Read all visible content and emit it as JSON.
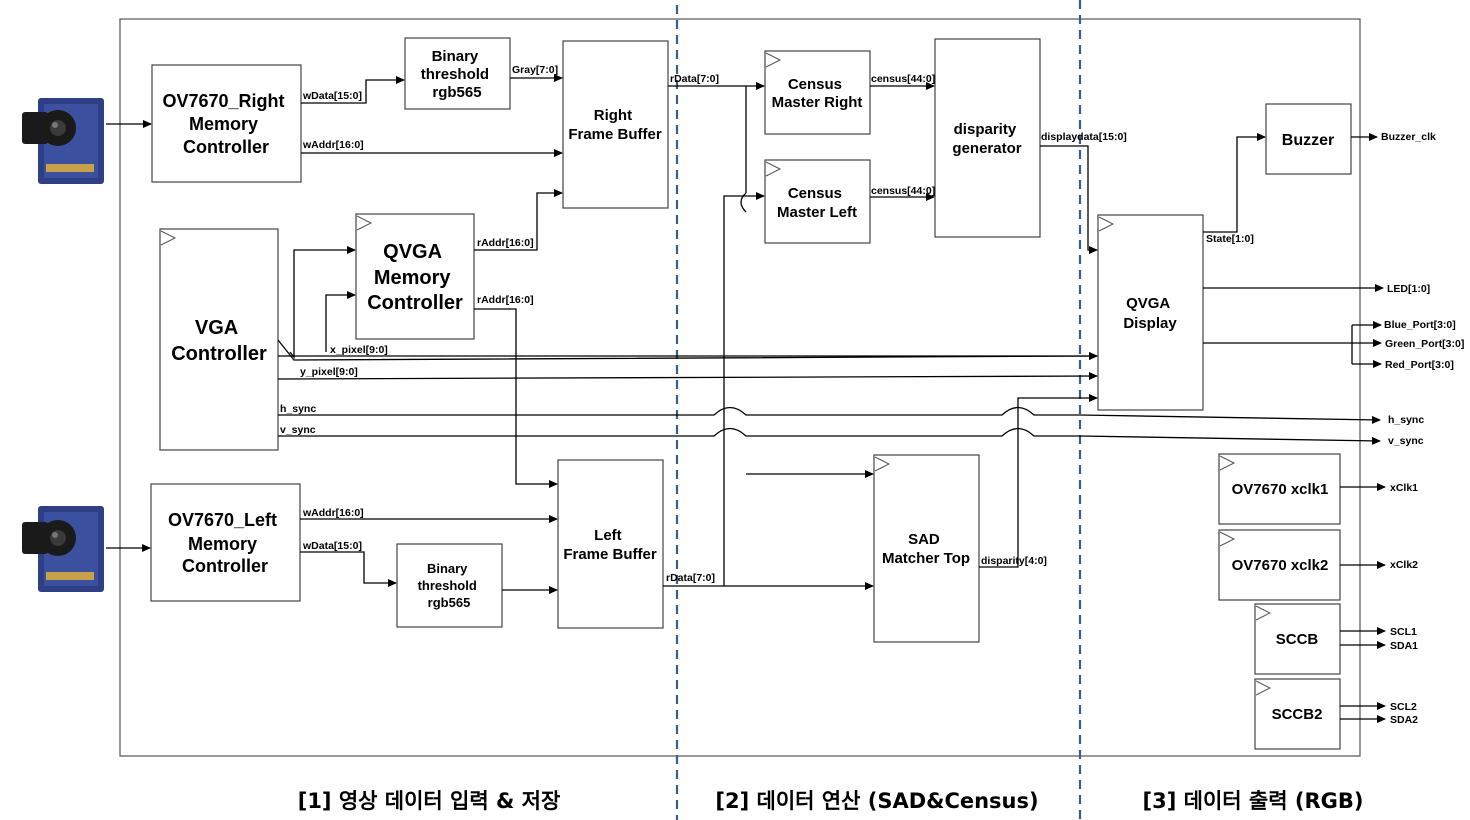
{
  "blocks": {
    "ov_right": [
      "OV7670_Right",
      "Memory",
      "Controller"
    ],
    "ov_left": [
      "OV7670_Left",
      "Memory",
      "Controller"
    ],
    "bin_top": [
      "Binary",
      "threshold",
      "rgb565"
    ],
    "bin_bot": [
      "Binary",
      "threshold",
      "rgb565"
    ],
    "rfb": [
      "Right",
      "Frame Buffer"
    ],
    "lfb": [
      "Left",
      "Frame Buffer"
    ],
    "qvga_mem": [
      "QVGA",
      "Memory",
      "Controller"
    ],
    "vga": [
      "VGA",
      "Controller"
    ],
    "census_r": [
      "Census",
      "Master Right"
    ],
    "census_l": [
      "Census",
      "Master Left"
    ],
    "disparity": [
      "disparity",
      "generator"
    ],
    "sad": [
      "SAD",
      "Matcher Top"
    ],
    "buzzer": "Buzzer",
    "qvga_disp": [
      "QVGA",
      "Display"
    ],
    "xclk1": "OV7670 xclk1",
    "xclk2": "OV7670 xclk2",
    "sccb": "SCCB",
    "sccb2": "SCCB2"
  },
  "signals": {
    "wdata_r": "wData[15:0]",
    "waddr_r": "wAddr[16:0]",
    "gray": "Gray[7:0]",
    "rdata_r": "rData[7:0]",
    "census_r": "census[44:0]",
    "census_l": "census[44:0]",
    "display": "displaydata[15:0]",
    "raddr1": "rAddr[16:0]",
    "raddr2": "rAddr[16:0]",
    "xpixel": "x_pixel[9:0]",
    "ypixel": "y_pixel[9:0]",
    "hsync": "h_sync",
    "vsync": "v_sync",
    "waddr_l": "wAddr[16:0]",
    "wdata_l": "wData[15:0]",
    "rdata_l": "rData[7:0]",
    "disparity": "disparity[4:0]",
    "state": "State[1:0]"
  },
  "outputs": {
    "buzzer_clk": "Buzzer_clk",
    "led": "LED[1:0]",
    "blue": "Blue_Port[3:0]",
    "green": "Green_Port[3:0]",
    "red": "Red_Port[3:0]",
    "hsync": "h_sync",
    "vsync": "v_sync",
    "xclk1": "xClk1",
    "xclk2": "xClk2",
    "scl1": "SCL1",
    "sda1": "SDA1",
    "scl2": "SCL2",
    "sda2": "SDA2"
  },
  "sections": [
    "[1] 영상 데이터 입력 & 저장",
    "[2] 데이터 연산 (SAD&Census)",
    "[3] 데이터 출력 (RGB)"
  ],
  "colors": {
    "divider": "#3b5f7e",
    "camera_board": "#2f3f86"
  }
}
